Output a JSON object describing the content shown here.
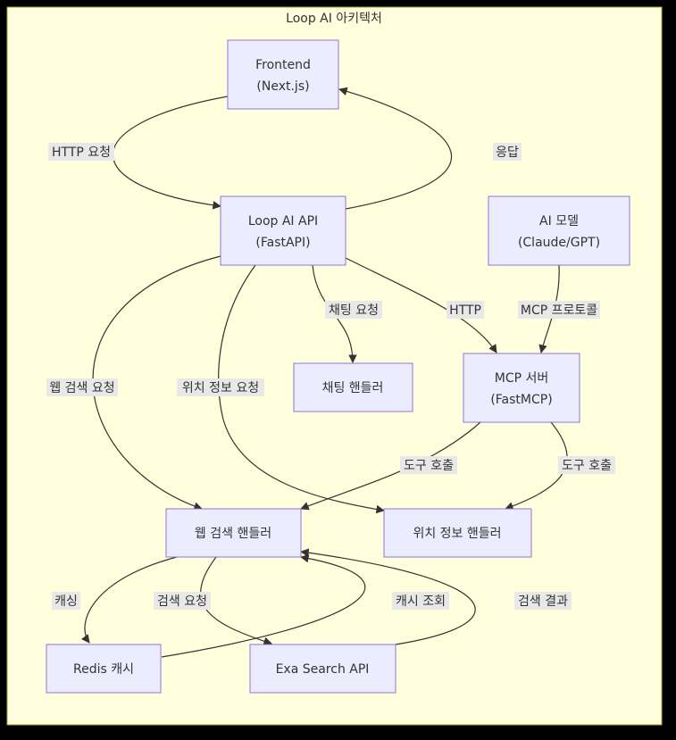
{
  "diagram": {
    "title": "Loop AI 아키텍처",
    "colors": {
      "outer_bg": "#000000",
      "cluster_fill": "#ffffde",
      "cluster_stroke": "#aaaa33",
      "node_fill": "#ececff",
      "node_stroke": "#9370db",
      "edge": "#333333",
      "label_bg": "#e8e8e8",
      "text": "#333333"
    },
    "nodes": {
      "frontend": {
        "line1": "Frontend",
        "line2": "(Next.js)"
      },
      "api": {
        "line1": "Loop AI API",
        "line2": "(FastAPI)"
      },
      "ai_model": {
        "line1": "AI 모델",
        "line2": "(Claude/GPT)"
      },
      "chat_handler": {
        "line1": "채팅 핸들러"
      },
      "mcp_server": {
        "line1": "MCP 서버",
        "line2": "(FastMCP)"
      },
      "web_handler": {
        "line1": "웹 검색 핸들러"
      },
      "location_handler": {
        "line1": "위치 정보 핸들러"
      },
      "redis": {
        "line1": "Redis 캐시"
      },
      "exa": {
        "line1": "Exa Search API"
      }
    },
    "edge_labels": {
      "http_request": "HTTP 요청",
      "response": "응답",
      "chat_request": "채팅 요청",
      "http": "HTTP",
      "mcp_protocol": "MCP 프로토콜",
      "web_search_request": "웹 검색 요청",
      "location_request": "위치 정보 요청",
      "tool_call_1": "도구 호출",
      "tool_call_2": "도구 호출",
      "caching": "캐싱",
      "search_request": "검색 요청",
      "cache_lookup": "캐시 조회",
      "search_result": "검색 결과"
    }
  }
}
